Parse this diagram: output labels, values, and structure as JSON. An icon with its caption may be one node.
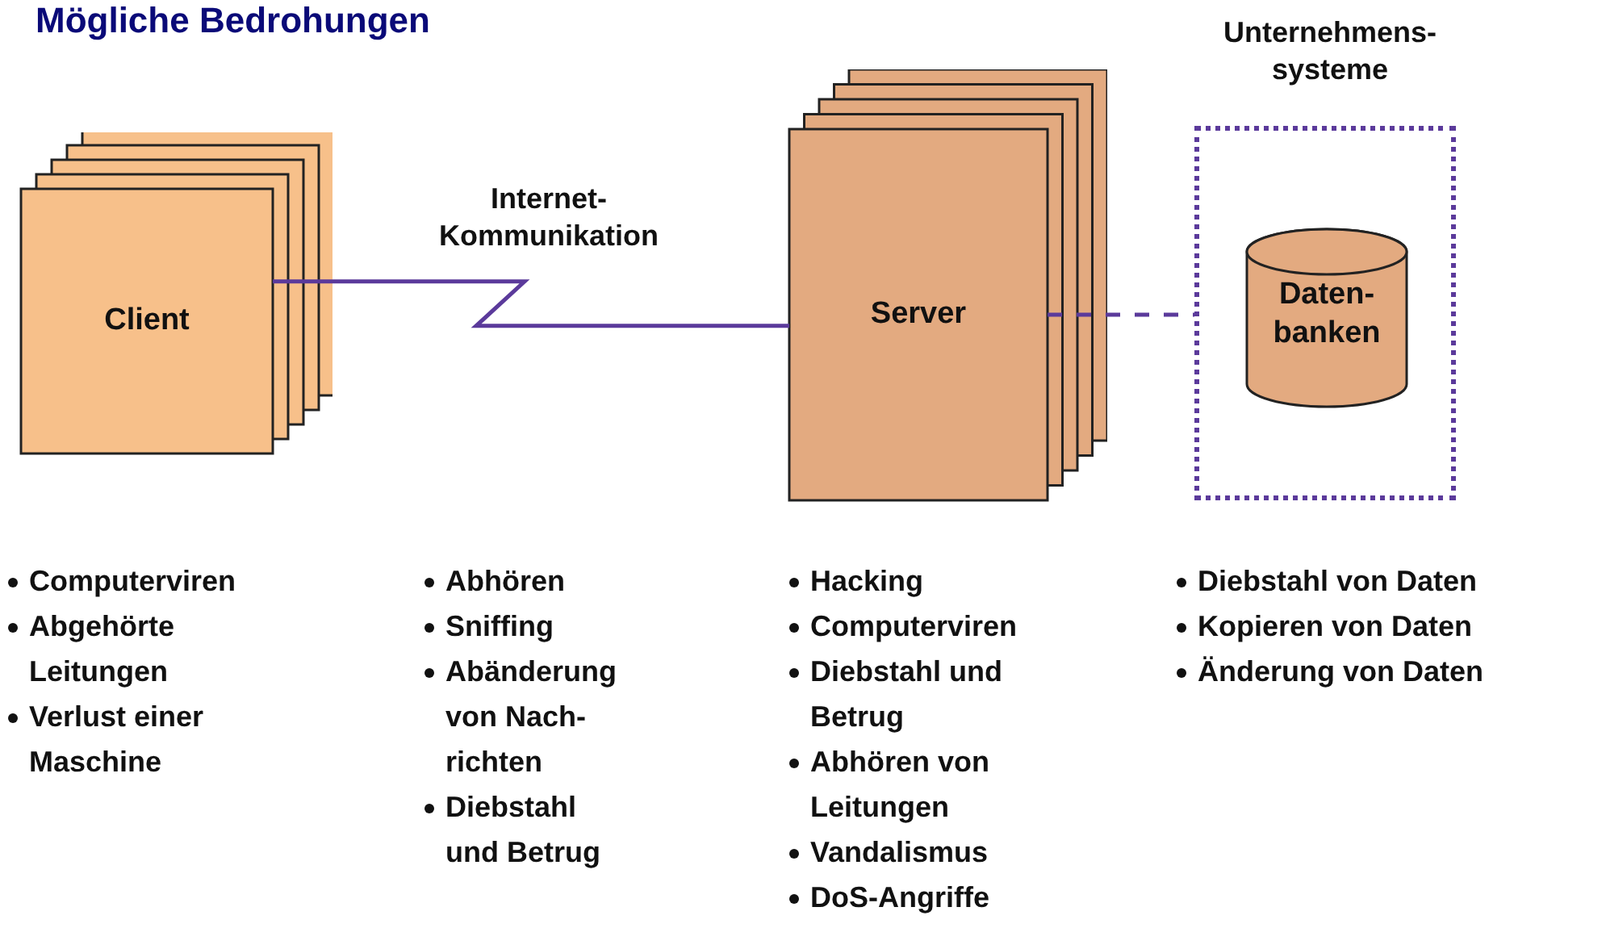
{
  "diagram": {
    "title": "Mögliche Bedrohungen",
    "nodes": [
      {
        "text": [
          "Client"
        ]
      },
      {
        "text": [
          "Server"
        ]
      },
      {
        "text": [
          "Unternehmens- systeme"
        ]
      },
      {
        "text": [
          "Daten- banken"
        ],
        "in": 2
      }
    ],
    "edges": [
      {
        "from": 0,
        "to": 1,
        "arrow": "none",
        "label": "Internet- Kommunikation"
      },
      {
        "from": 1,
        "to": 2,
        "arrow": "none",
        "style": "dashed"
      }
    ],
    "labels": [
      "Computerviren",
      "Abgehörte Leitungen",
      "Verlust einer Maschine",
      "Abhören",
      "Sniffing",
      "Abänderung von Nach- richten",
      "Diebstahl und Betrug",
      "Hacking",
      "Computerviren",
      "Diebstahl und Betrug",
      "Abhören von Leitungen",
      "Vandalismus",
      "DoS-Angriffe",
      "Diebstahl von Daten",
      "Kopieren von Daten",
      "Änderung von Daten"
    ]
  }
}
